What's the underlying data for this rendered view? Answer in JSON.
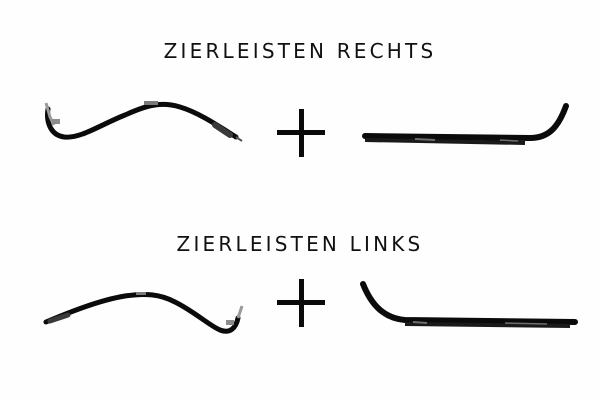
{
  "headings": {
    "right": "ZIERLEISTEN RECHTS",
    "left": "ZIERLEISTEN LINKS"
  },
  "rows": [
    {
      "label_key": "right",
      "items": [
        {
          "name": "trim-strip-right-curved",
          "description": "S-shaped black trim strip with clips"
        },
        {
          "separator": "+"
        },
        {
          "name": "trim-strip-right-straight",
          "description": "Long black gloss trim strip curving up at right end"
        }
      ]
    },
    {
      "label_key": "left",
      "items": [
        {
          "name": "trim-strip-left-curved",
          "description": "S-shaped black trim strip with clips (mirrored)"
        },
        {
          "separator": "+"
        },
        {
          "name": "trim-strip-left-straight",
          "description": "Long black gloss trim strip curving up at left end"
        }
      ]
    }
  ],
  "colors": {
    "background": "#fefefe",
    "text": "#111111",
    "part": "#0b0b0b",
    "highlight": "#5a5a5a"
  }
}
